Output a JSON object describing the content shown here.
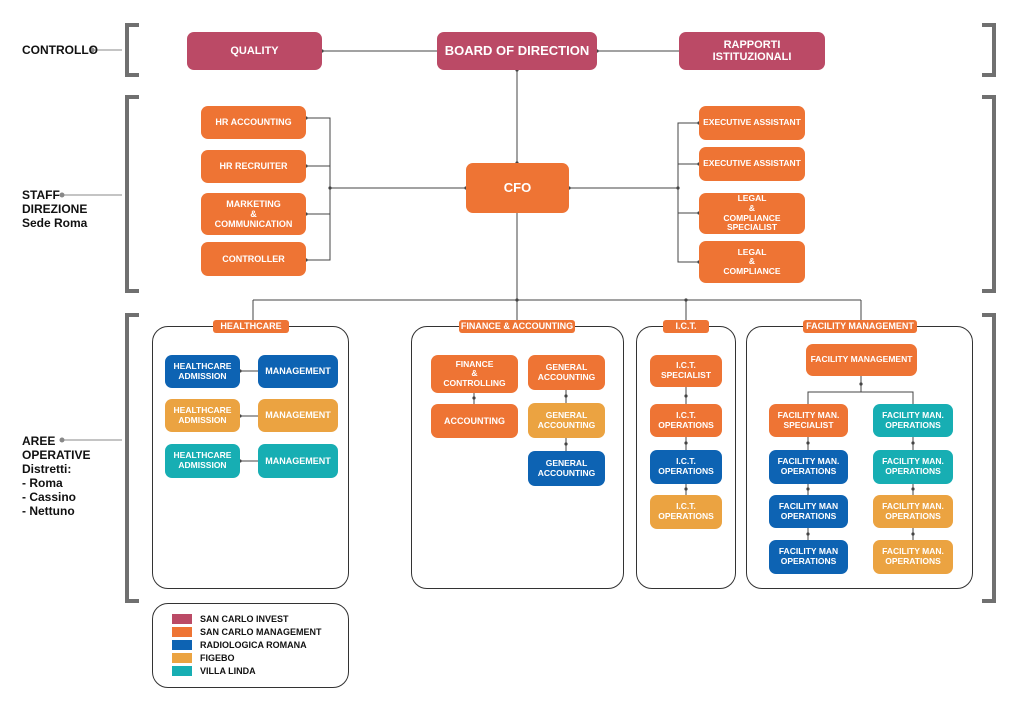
{
  "colors": {
    "invest": "#bb4a66",
    "management": "#ee7434",
    "radiologica": "#0d63b3",
    "figebo": "#eba341",
    "villa_linda": "#17aeb3",
    "bracket": "#707070"
  },
  "sections": {
    "controllo": "CONTROLLO",
    "staff": "STAFF\nDIREZIONE\nSede Roma",
    "aree": "AREE\nOPERATIVE\nDistretti:\n- Roma\n- Cassino\n- Nettuno"
  },
  "top": {
    "quality": "QUALITY",
    "board": "BOARD OF DIRECTION",
    "rapporti": "RAPPORTI ISTITUZIONALI"
  },
  "staff": {
    "cfo": "CFO",
    "left": [
      "HR ACCOUNTING",
      "HR RECRUITER",
      "MARKETING\n&\nCOMMUNICATION",
      "CONTROLLER"
    ],
    "right": [
      "EXECUTIVE ASSISTANT",
      "EXECUTIVE ASSISTANT",
      "LEGAL\n&\nCOMPLIANCE SPECIALIST",
      "LEGAL\n&\nCOMPLIANCE"
    ]
  },
  "areas": {
    "healthcare": {
      "title": "HEALTHCARE",
      "rows": [
        {
          "admission": "HEALTHCARE\nADMISSION",
          "management": "MANAGEMENT"
        },
        {
          "admission": "HEALTHCARE\nADMISSION",
          "management": "MANAGEMENT"
        },
        {
          "admission": "HEALTHCARE\nADMISSION",
          "management": "MANAGEMENT"
        }
      ]
    },
    "finance": {
      "title": "FINANCE & ACCOUNTING",
      "left": [
        "FINANCE\n&\nCONTROLLING",
        "ACCOUNTING"
      ],
      "right": [
        "GENERAL\nACCOUNTING",
        "GENERAL\nACCOUNTING",
        "GENERAL\nACCOUNTING"
      ]
    },
    "ict": {
      "title": "I.C.T.",
      "items": [
        "I.C.T.\nSPECIALIST",
        "I.C.T.\nOPERATIONS",
        "I.C.T.\nOPERATIONS",
        "I.C.T.\nOPERATIONS"
      ]
    },
    "facility": {
      "title": "FACILITY MANAGEMENT",
      "head": "FACILITY MANAGEMENT",
      "left": [
        "FACILITY MAN.\nSPECIALIST",
        "FACILITY MAN.\nOPERATIONS",
        "FACILITY MAN\nOPERATIONS",
        "FACILITY MAN\nOPERATIONS"
      ],
      "right": [
        "FACILITY MAN.\nOPERATIONS",
        "FACILITY MAN.\nOPERATIONS",
        "FACILITY MAN.\nOPERATIONS",
        "FACILITY MAN.\nOPERATIONS"
      ]
    }
  },
  "legend": [
    {
      "label": "SAN CARLO INVEST",
      "color": "#bb4a66"
    },
    {
      "label": "SAN CARLO MANAGEMENT",
      "color": "#ee7434"
    },
    {
      "label": "RADIOLOGICA ROMANA",
      "color": "#0d63b3"
    },
    {
      "label": "FIGEBO",
      "color": "#eba341"
    },
    {
      "label": "VILLA LINDA",
      "color": "#17aeb3"
    }
  ]
}
